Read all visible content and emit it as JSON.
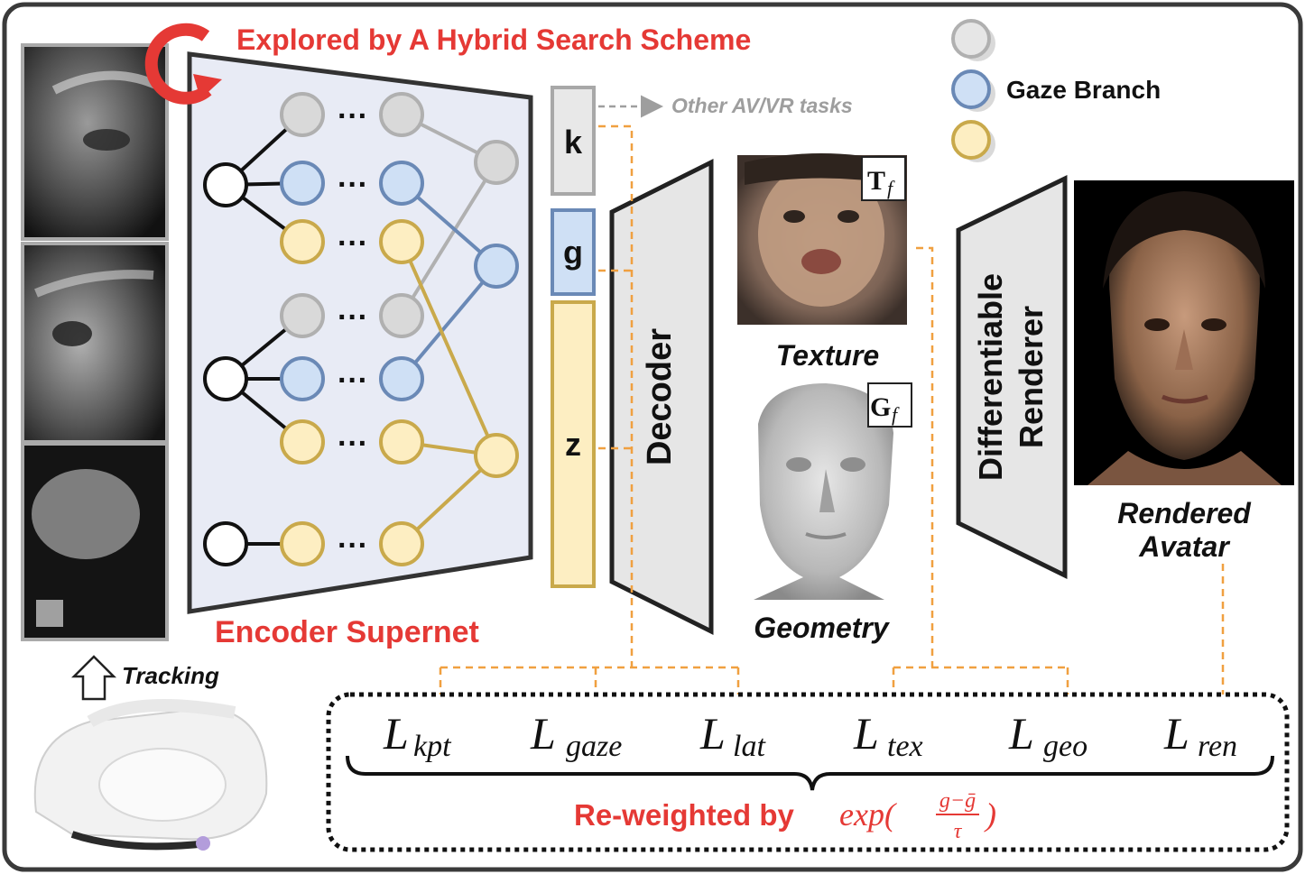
{
  "title": "Explored by A Hybrid Search Scheme",
  "legend": {
    "gaze_branch": "Gaze Branch"
  },
  "other_tasks": "Other AV/VR tasks",
  "latent_boxes": {
    "k": "k",
    "g": "g",
    "z": "z"
  },
  "decoder_label": "Decoder",
  "texture": {
    "badge_letter": "T",
    "badge_sub": "f",
    "caption": "Texture"
  },
  "geometry": {
    "badge_letter": "G",
    "badge_sub": "f",
    "caption": "Geometry"
  },
  "renderer_label_line1": "Differentiable",
  "renderer_label_line2": "Renderer",
  "rendered_avatar_line1": "Rendered",
  "rendered_avatar_line2": "Avatar",
  "encoder_label": "Encoder Supernet",
  "tracking_label": "Tracking",
  "dots": "···",
  "losses": [
    {
      "main": "L",
      "sub": "kpt"
    },
    {
      "main": "L",
      "sub": "gaze"
    },
    {
      "main": "L",
      "sub": "lat"
    },
    {
      "main": "L",
      "sub": "tex"
    },
    {
      "main": "L",
      "sub": "geo"
    },
    {
      "main": "L",
      "sub": "ren"
    }
  ],
  "reweight": {
    "prefix": "Re-weighted by",
    "func": "exp(",
    "numerator": "g−ḡ",
    "denominator": "τ",
    "close": ")"
  },
  "colors": {
    "gray_node": "#d9d9d9",
    "blue_node": "#cfe0f5",
    "yellow_node": "#fdeec2",
    "blue_stroke": "#6a89b6",
    "yellow_stroke": "#c9a94b",
    "gray_stroke": "#b0b0b0",
    "orange_dash": "#f0a040",
    "red_text": "#e53935"
  }
}
